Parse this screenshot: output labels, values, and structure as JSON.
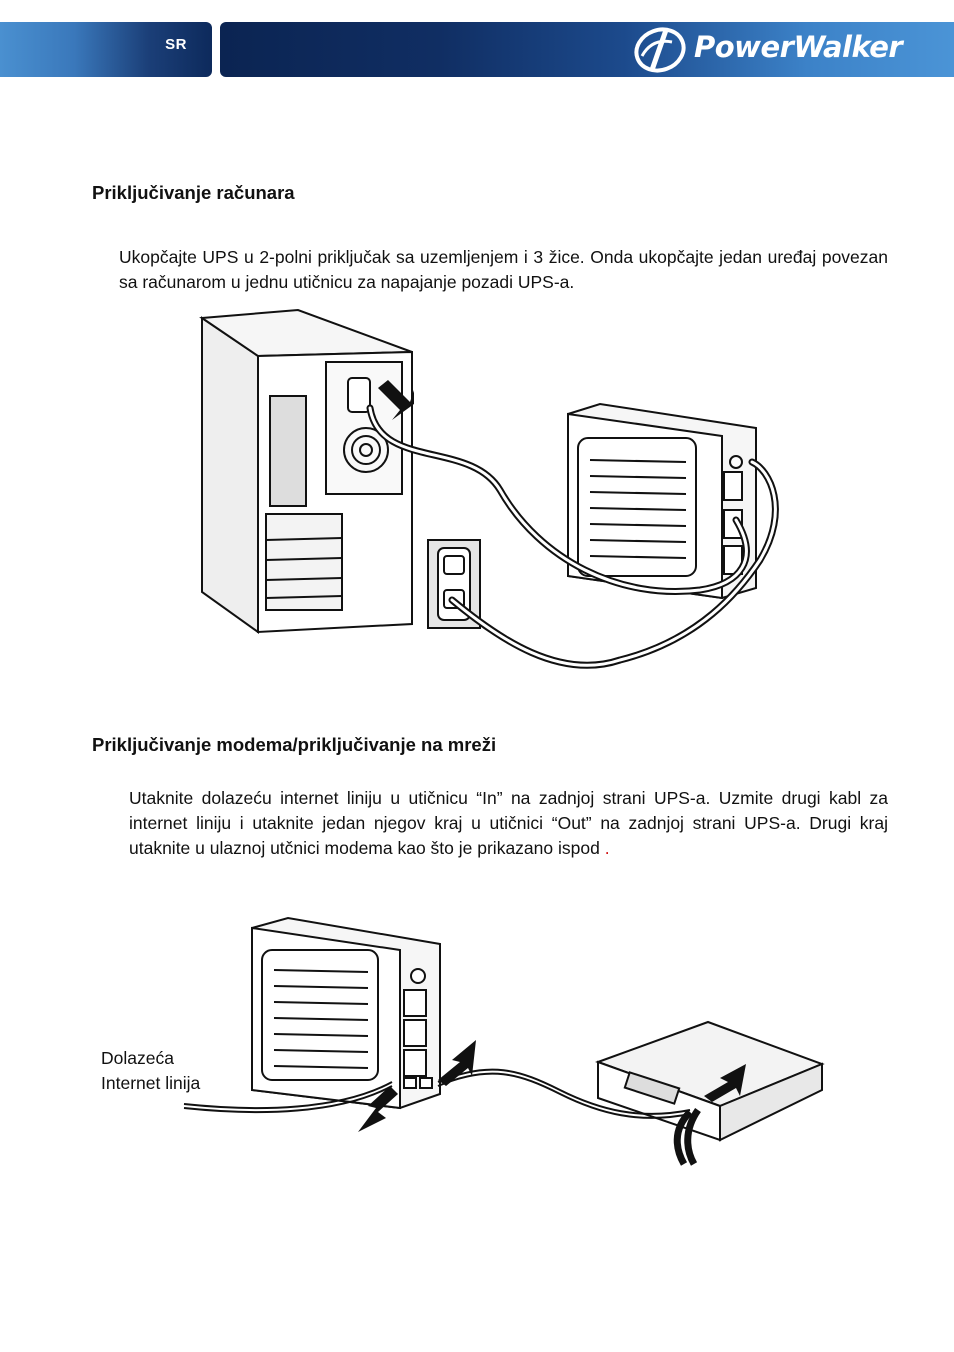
{
  "header": {
    "language": "SR",
    "brand": "PowerWalker"
  },
  "section1": {
    "heading": "Priključivanje računara",
    "body": "Ukopčajte UPS u 2-polni priključak sa uzemljenjem i 3 žice. Onda ukopčajte jedan uređaj povezan sa računarom u jednu utičnicu za napajanje pozadi UPS-a."
  },
  "section2": {
    "heading": "Priključivanje modema/priključivanje na mreži",
    "body": "Utaknite dolazeću internet liniju u utičnicu “In” na zadnjoj strani UPS-a. Uzmite drugi kabl za internet liniju i utaknite jedan njegov kraj u utičnici “Out” na zadnjoj strani UPS-a. Drugi kraj utaknite u ulaznoj utčnici modema kao što je prikazano ispod",
    "trailing_mark": ".",
    "figure_label_line1": "Dolazeća",
    "figure_label_line2": "Internet linija"
  },
  "colors": {
    "banner_light": "#4a90d0",
    "banner_dark": "#0d2a5c",
    "accent_dot": "#d01010"
  }
}
